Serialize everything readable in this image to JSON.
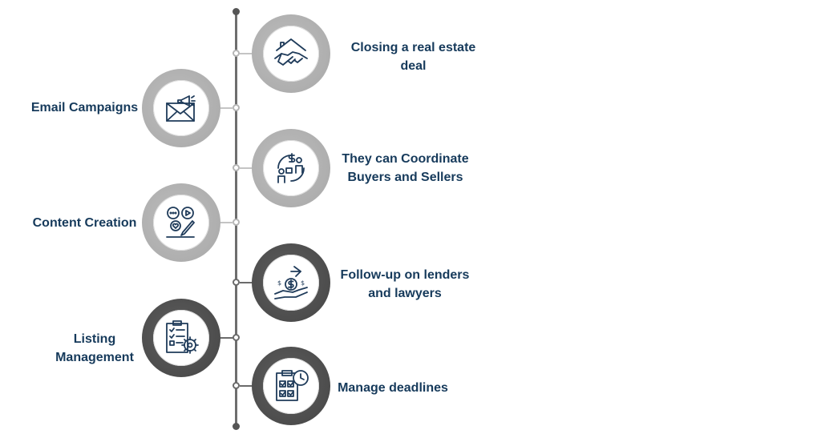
{
  "items": [
    {
      "label": "Closing a real estate deal",
      "icon": "handshake-house-icon"
    },
    {
      "label": "Email Campaigns",
      "icon": "email-megaphone-icon"
    },
    {
      "label": "They can Coordinate Buyers and Sellers",
      "icon": "buyer-seller-exchange-icon"
    },
    {
      "label": "Content Creation",
      "icon": "content-creation-icon"
    },
    {
      "label": "Follow-up on lenders and lawyers",
      "icon": "money-hand-icon"
    },
    {
      "label": "Listing Management",
      "icon": "checklist-gear-icon"
    },
    {
      "label": "Manage deadlines",
      "icon": "clipboard-clock-icon"
    }
  ],
  "colors": {
    "text": "#163a5b",
    "icon": "#1f3b5a",
    "line": "#6e6e6e",
    "ring_light": "#b0b0b0",
    "ring_dark": "#4f4f4f"
  }
}
